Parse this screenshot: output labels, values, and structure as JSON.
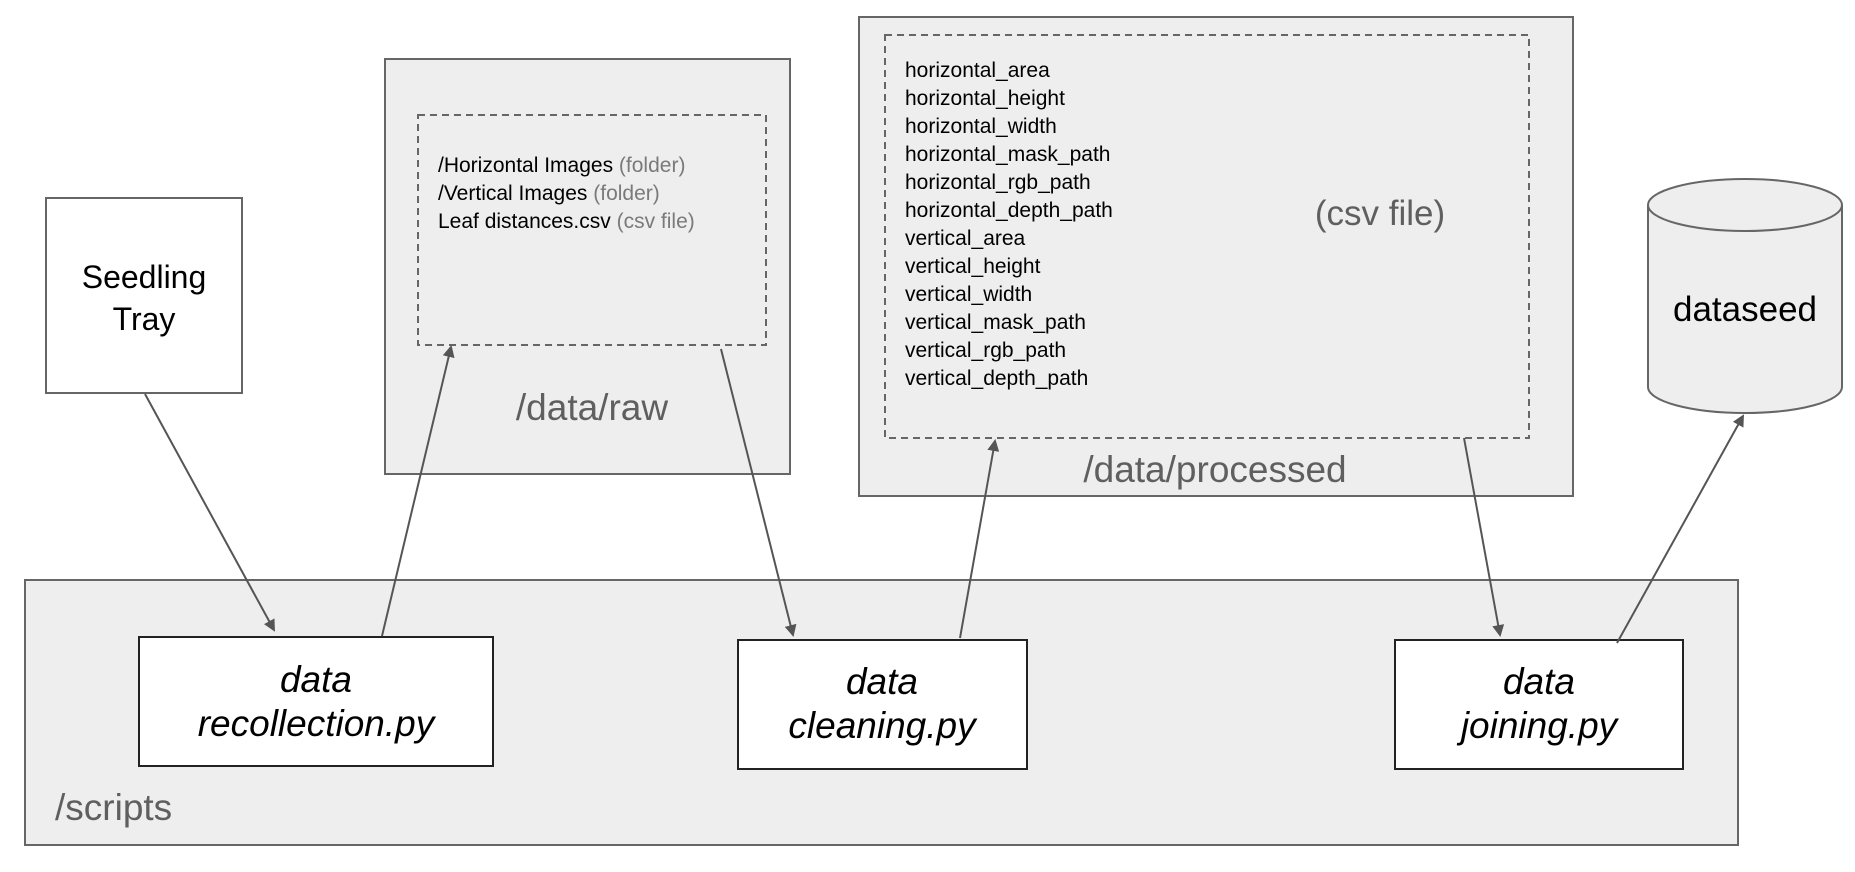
{
  "nodes": {
    "seedling_tray": {
      "line1": "Seedling",
      "line2": "Tray"
    },
    "raw": {
      "container_label": "/data/raw",
      "contents": [
        {
          "name": "/Horizontal Images",
          "type": "(folder)"
        },
        {
          "name": "/Vertical Images",
          "type": "(folder)"
        },
        {
          "name": "Leaf distances.csv",
          "type": "(csv file)"
        }
      ]
    },
    "processed": {
      "container_label": "/data/processed",
      "file_type": "(csv file)",
      "columns": [
        "horizontal_area",
        "horizontal_height",
        "horizontal_width",
        "horizontal_mask_path",
        "horizontal_rgb_path",
        "horizontal_depth_path",
        "vertical_area",
        "vertical_height",
        "vertical_width",
        "vertical_mask_path",
        "vertical_rgb_path",
        "vertical_depth_path"
      ]
    },
    "database": {
      "label": "dataseed"
    },
    "scripts": {
      "container_label": "/scripts",
      "recollection": {
        "line1": "data",
        "line2": "recollection.py"
      },
      "cleaning": {
        "line1": "data",
        "line2": "cleaning.py"
      },
      "joining": {
        "line1": "data",
        "line2": "joining.py"
      }
    }
  },
  "edges": [
    {
      "from": "Seedling Tray",
      "to": "data recollection.py"
    },
    {
      "from": "data recollection.py",
      "to": "/data/raw"
    },
    {
      "from": "/data/raw",
      "to": "data cleaning.py"
    },
    {
      "from": "data cleaning.py",
      "to": "/data/processed"
    },
    {
      "from": "/data/processed",
      "to": "data joining.py"
    },
    {
      "from": "data joining.py",
      "to": "dataseed"
    }
  ]
}
